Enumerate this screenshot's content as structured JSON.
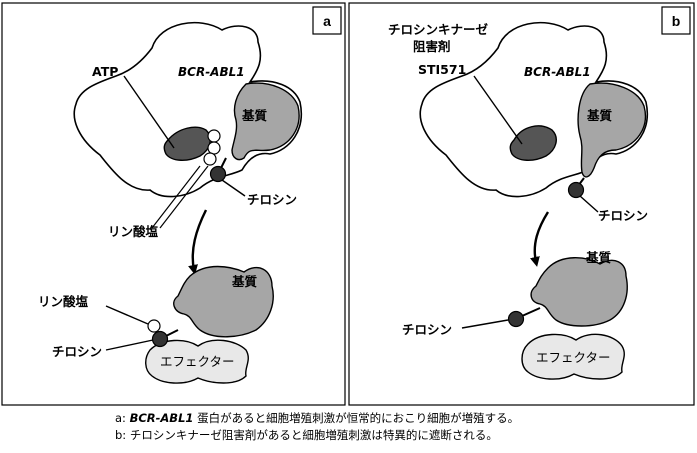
{
  "panel_a": {
    "tag": "a",
    "protein_label": "BCR-ABL1",
    "atp_label": "ATP",
    "substrate_label": "基質",
    "tyrosine_label": "チロシン",
    "phosphate_label": "リン酸塩",
    "lower_substrate_label": "基質",
    "lower_phosphate_label": "リン酸塩",
    "lower_tyrosine_label": "チロシン",
    "effector_label": "エフェクター"
  },
  "panel_b": {
    "tag": "b",
    "inhibitor_line1": "チロシンキナーゼ",
    "inhibitor_line2": "阻害剤",
    "drug_label": "STI571",
    "protein_label": "BCR-ABL1",
    "substrate_label": "基質",
    "tyrosine_label": "チロシン",
    "lower_substrate_label": "基質",
    "lower_tyrosine_label": "チロシン",
    "effector_label": "エフェクター"
  },
  "captions": {
    "a_prefix": "a: ",
    "a_gene": "BCR-ABL1",
    "a_text": " 蛋白があると細胞増殖刺激が恒常的におこり細胞が増殖する。",
    "b_text": "b: チロシンキナーゼ阻害剤があると細胞増殖刺激は特異的に遮断される。"
  },
  "colors": {
    "protein": "#ffffff",
    "substrate": "#a6a6a6",
    "pocket": "#555555",
    "tyrosine": "#333333",
    "effector": "#e8e8e8"
  }
}
